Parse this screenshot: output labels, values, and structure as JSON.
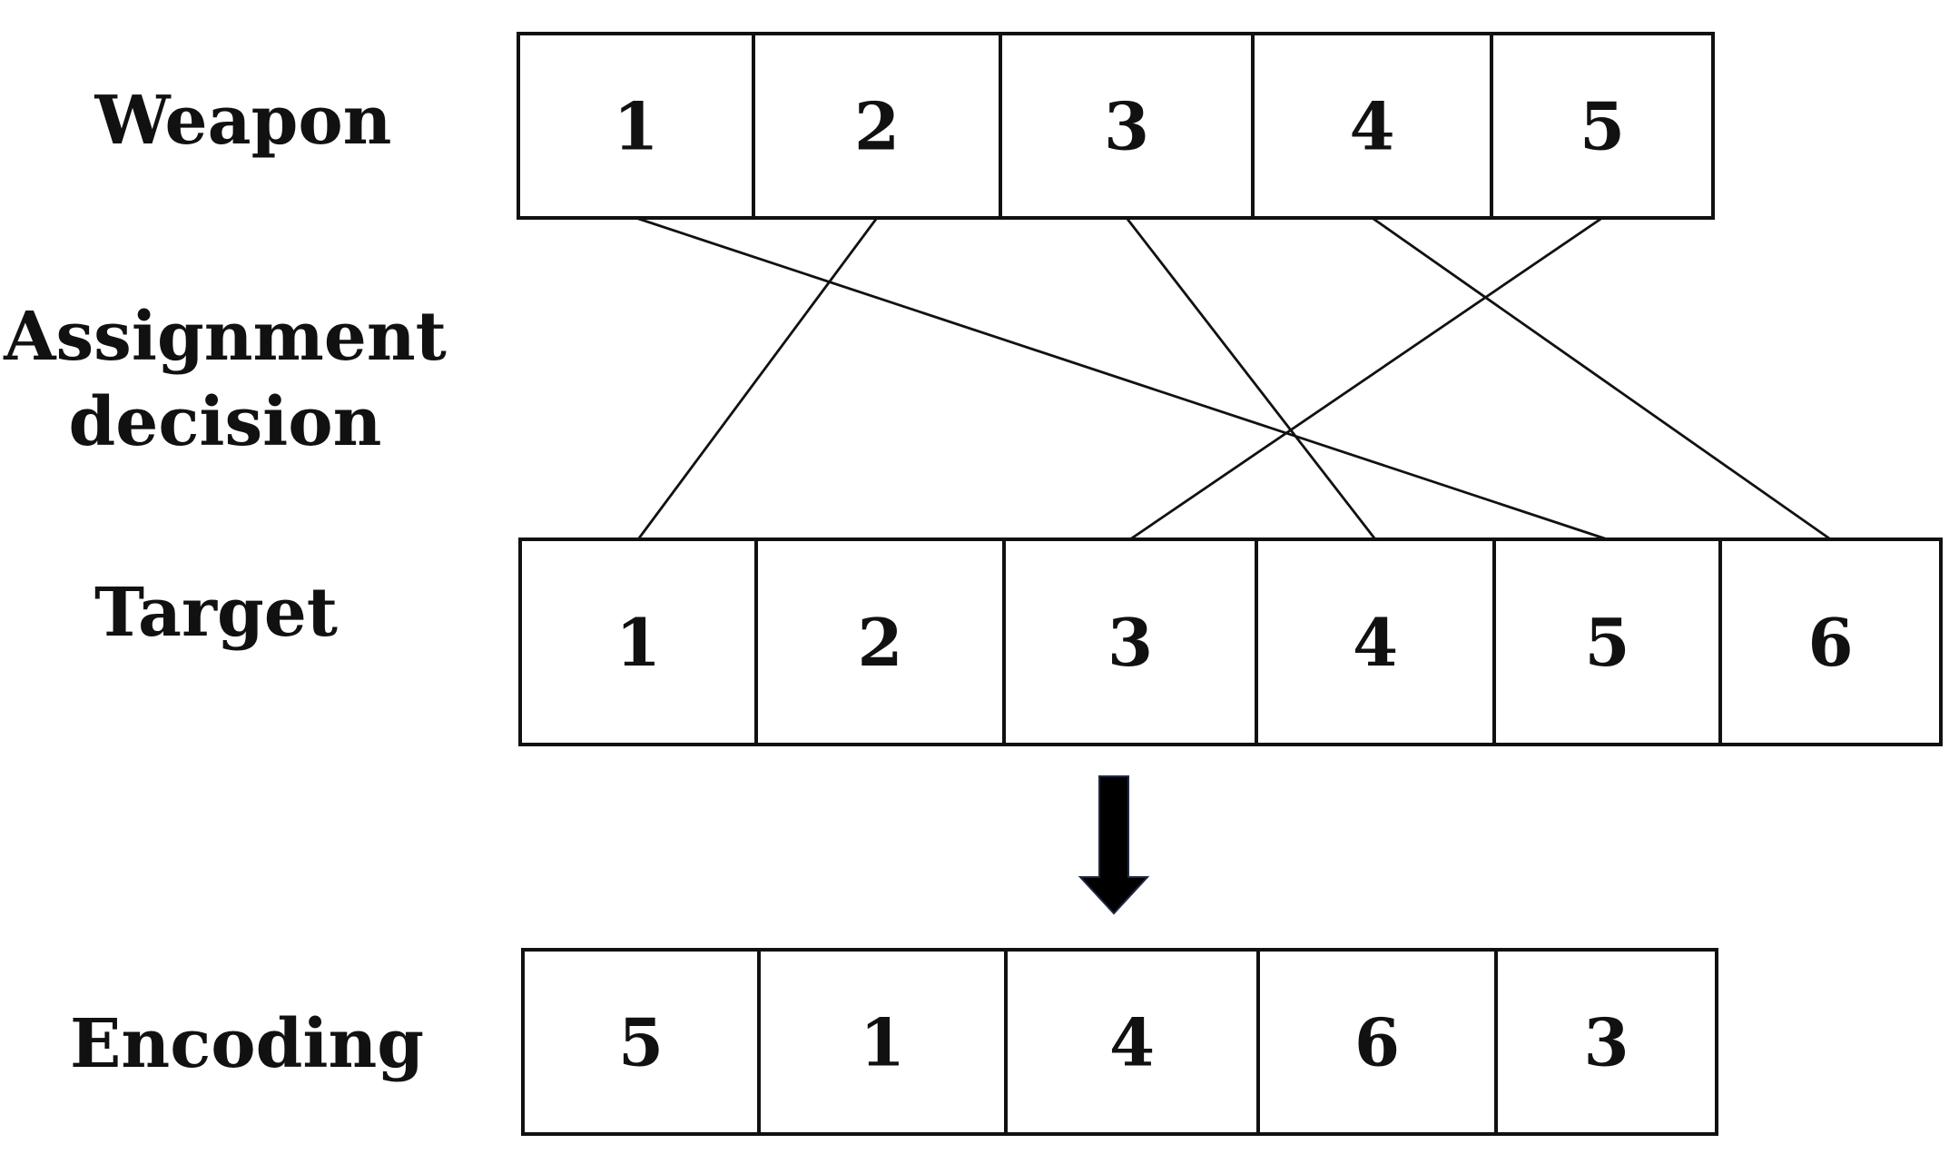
{
  "labels": {
    "weapon": "Weapon",
    "assignment_line1": "Assignment",
    "assignment_line2": "decision",
    "target": "Target",
    "encoding": "Encoding"
  },
  "weapons": [
    "1",
    "2",
    "3",
    "4",
    "5"
  ],
  "targets": [
    "1",
    "2",
    "3",
    "4",
    "5",
    "6"
  ],
  "encoding": [
    "5",
    "1",
    "4",
    "6",
    "3"
  ],
  "assignments": [
    {
      "weapon": 1,
      "target": 5
    },
    {
      "weapon": 2,
      "target": 1
    },
    {
      "weapon": 3,
      "target": 4
    },
    {
      "weapon": 4,
      "target": 6
    },
    {
      "weapon": 5,
      "target": 3
    }
  ],
  "colors": {
    "stroke": "#111111",
    "arrow": "#000000",
    "background": "#ffffff"
  }
}
